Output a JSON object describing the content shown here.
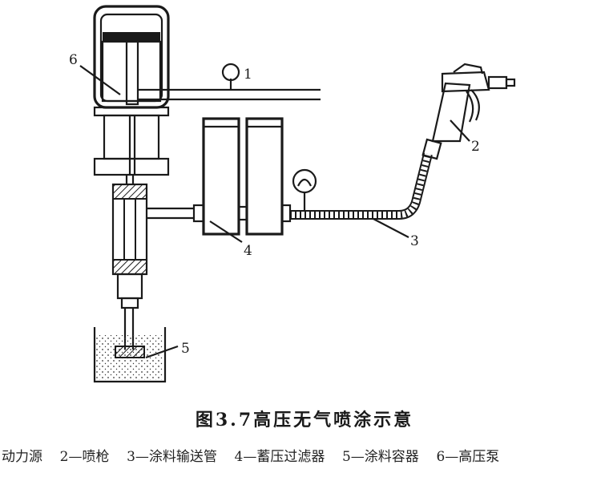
{
  "labels": {
    "n1": "1",
    "n2": "2",
    "n3": "3",
    "n4": "4",
    "n5": "5",
    "n6": "6"
  },
  "caption": "图3.7高压无气喷涂示意",
  "legend": {
    "item1": "动力源",
    "item2": "2—喷枪",
    "item3": "3—涂料输送管",
    "item4": "4—蓄压过滤器",
    "item5": "5—涂料容器",
    "item6": "6—高压泵"
  }
}
